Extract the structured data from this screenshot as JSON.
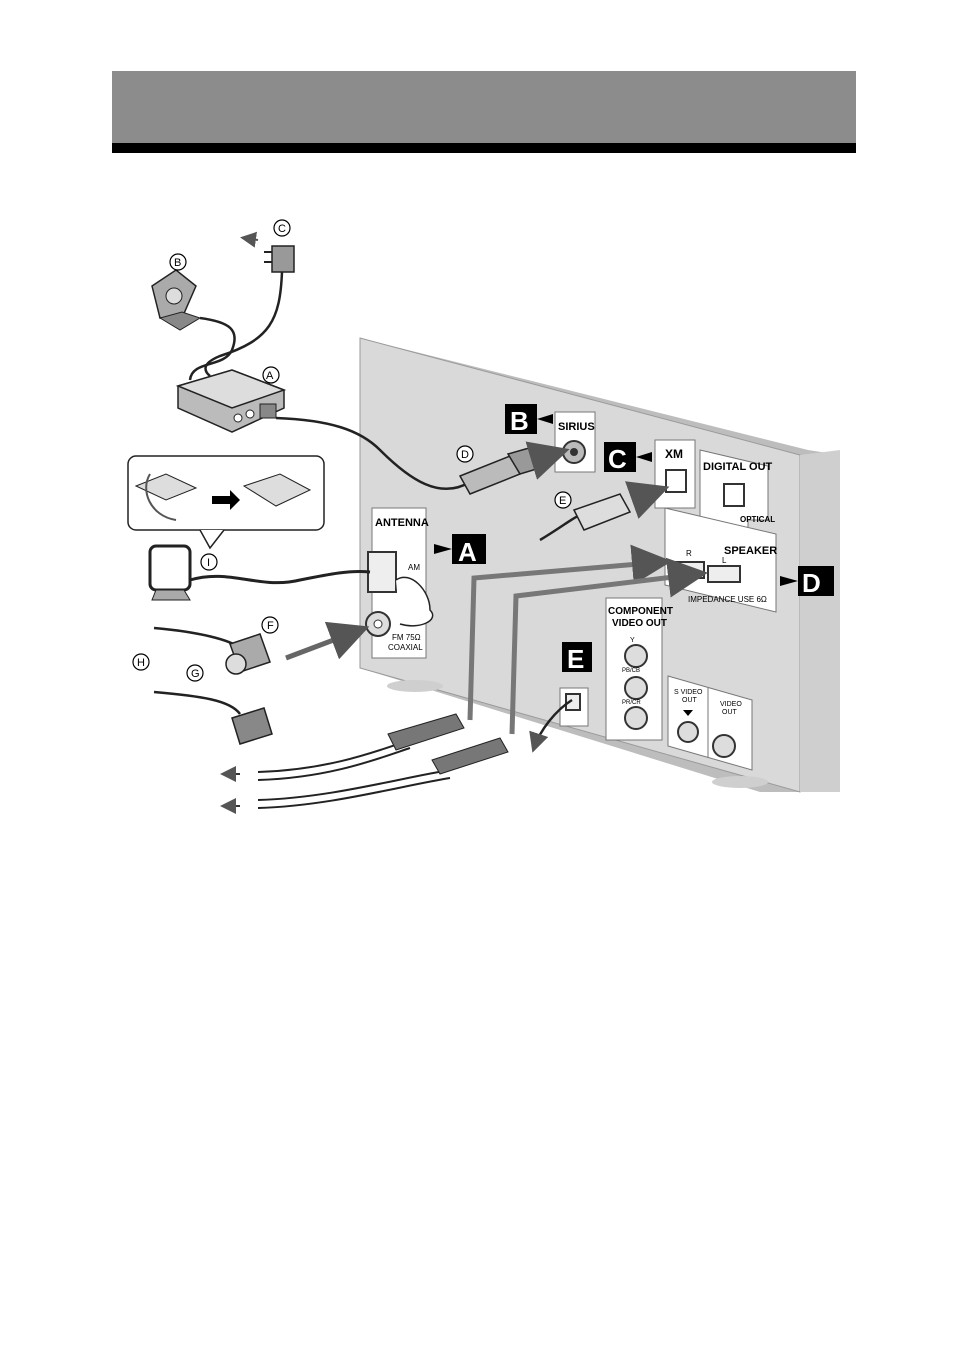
{
  "panel_labels": {
    "sirius": "SIRIUS",
    "xm": "XM",
    "digital_out": "DIGITAL OUT",
    "optical": "OPTICAL",
    "antenna": "ANTENNA",
    "am": "AM",
    "fm_line1": "FM 75Ω",
    "fm_line2": "COAXIAL",
    "speaker": "SPEAKER",
    "speaker_r": "R",
    "speaker_l": "L",
    "impedance": "IMPEDANCE USE 6Ω",
    "component_line1": "COMPONENT",
    "component_line2": "VIDEO OUT",
    "comp_y": "Y",
    "comp_pb": "PB/CB",
    "comp_pr": "PR/CR",
    "svideo_line1": "S VIDEO",
    "svideo_line2": "OUT",
    "video_line1": "VIDEO",
    "video_line2": "OUT"
  },
  "connection_markers": [
    "A",
    "B",
    "C",
    "D",
    "E"
  ],
  "part_callouts": [
    "A",
    "B",
    "C",
    "D",
    "E",
    "F",
    "G",
    "H",
    "I"
  ],
  "colors": {
    "header_band": "#8c8c8c",
    "header_rule": "#000000",
    "unit_panel": "#d9d9d9",
    "marker_fill": "#000000",
    "arrow_gray": "#666666"
  }
}
